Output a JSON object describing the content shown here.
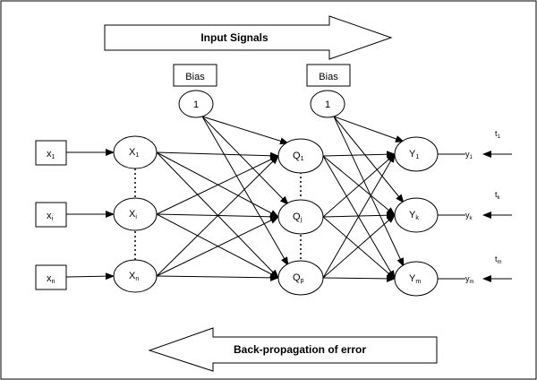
{
  "top_arrow_label": "Input Signals",
  "bottom_arrow_label": "Back-propagation of error",
  "bias_boxes": [
    "Bias",
    "Bias"
  ],
  "bias_nodes": [
    "1",
    "1"
  ],
  "inputs": [
    {
      "base": "x",
      "sub": "1"
    },
    {
      "base": "x",
      "sub": "i"
    },
    {
      "base": "x",
      "sub": "n"
    }
  ],
  "input_neurons": [
    {
      "base": "X",
      "sub": "1"
    },
    {
      "base": "X",
      "sub": "i"
    },
    {
      "base": "X",
      "sub": "n"
    }
  ],
  "hidden_neurons": [
    {
      "base": "Q",
      "sub": "1"
    },
    {
      "base": "Q",
      "sub": "j"
    },
    {
      "base": "Q",
      "sub": "p"
    }
  ],
  "output_neurons": [
    {
      "base": "Y",
      "sub": "1"
    },
    {
      "base": "Y",
      "sub": "k"
    },
    {
      "base": "Y",
      "sub": "m"
    }
  ],
  "outputs": [
    {
      "base": "y",
      "sub": "1"
    },
    {
      "base": "y",
      "sub": "k"
    },
    {
      "base": "y",
      "sub": "m"
    }
  ],
  "targets": [
    {
      "base": "t",
      "sub": "1"
    },
    {
      "base": "t",
      "sub": "k"
    },
    {
      "base": "t",
      "sub": "m"
    }
  ]
}
